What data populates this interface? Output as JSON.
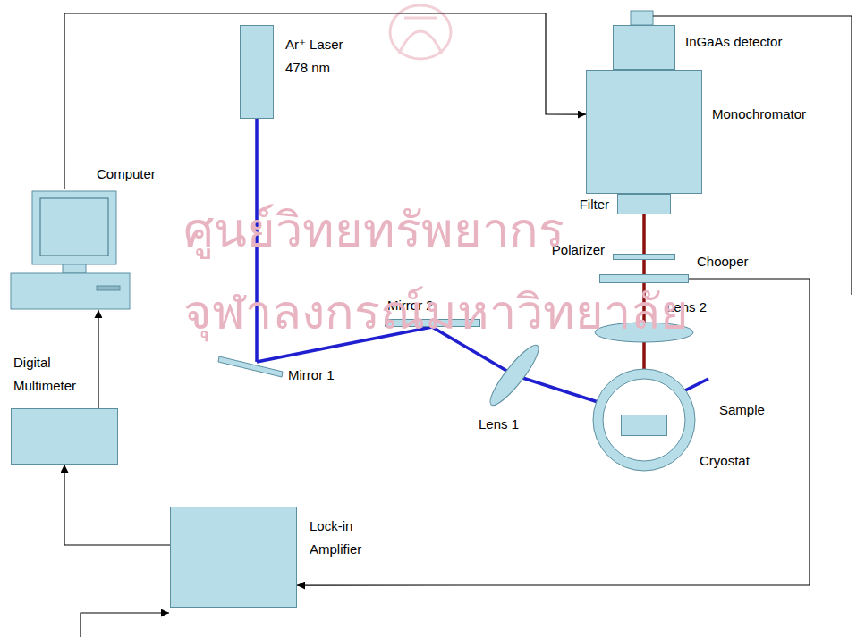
{
  "diagram": {
    "nodes": [
      {
        "text": [
          "Computer"
        ]
      },
      {
        "text": [
          "Ar⁺ Laser 478 nm"
        ]
      },
      {
        "text": [
          "InGaAs detector"
        ]
      },
      {
        "text": [
          "Monochromator"
        ]
      },
      {
        "text": [
          "Filter"
        ]
      },
      {
        "text": [
          "Polarizer"
        ]
      },
      {
        "text": [
          "Chooper"
        ]
      },
      {
        "text": [
          "Digital Multimeter"
        ]
      },
      {
        "text": [
          "Mirror 2"
        ]
      },
      {
        "text": [
          "Lens 2"
        ]
      },
      {
        "text": [
          "Mirror 1"
        ]
      },
      {
        "text": [
          "Lens 1"
        ]
      },
      {
        "text": [
          "Cryostat"
        ]
      },
      {
        "text": [
          "Sample"
        ],
        "in": 12
      },
      {
        "text": [
          "Lock-in Amplifier"
        ]
      }
    ],
    "edges": [
      {
        "from": 0,
        "to": 3,
        "arrow": "to"
      },
      {
        "from": 6,
        "to": 14,
        "arrow": "to"
      },
      {
        "from": 14,
        "to": 7,
        "arrow": "to"
      },
      {
        "from": 7,
        "to": 0,
        "arrow": "to"
      },
      {
        "from": 1,
        "to": 10,
        "arrow": "none"
      },
      {
        "from": 10,
        "to": 8,
        "arrow": "none"
      },
      {
        "from": 8,
        "to": 11,
        "arrow": "none"
      },
      {
        "from": 11,
        "to": 13,
        "arrow": "none"
      },
      {
        "from": 13,
        "to": 9,
        "arrow": "none"
      },
      {
        "from": 9,
        "to": 6,
        "arrow": "none"
      },
      {
        "from": 6,
        "to": 5,
        "arrow": "none"
      },
      {
        "from": 5,
        "to": 4,
        "arrow": "none"
      }
    ],
    "labels": [
      "ศูนย์วิทยทรัพยากร",
      "จุฬาลงกรณ์มหาวิทยาลัย"
    ]
  }
}
